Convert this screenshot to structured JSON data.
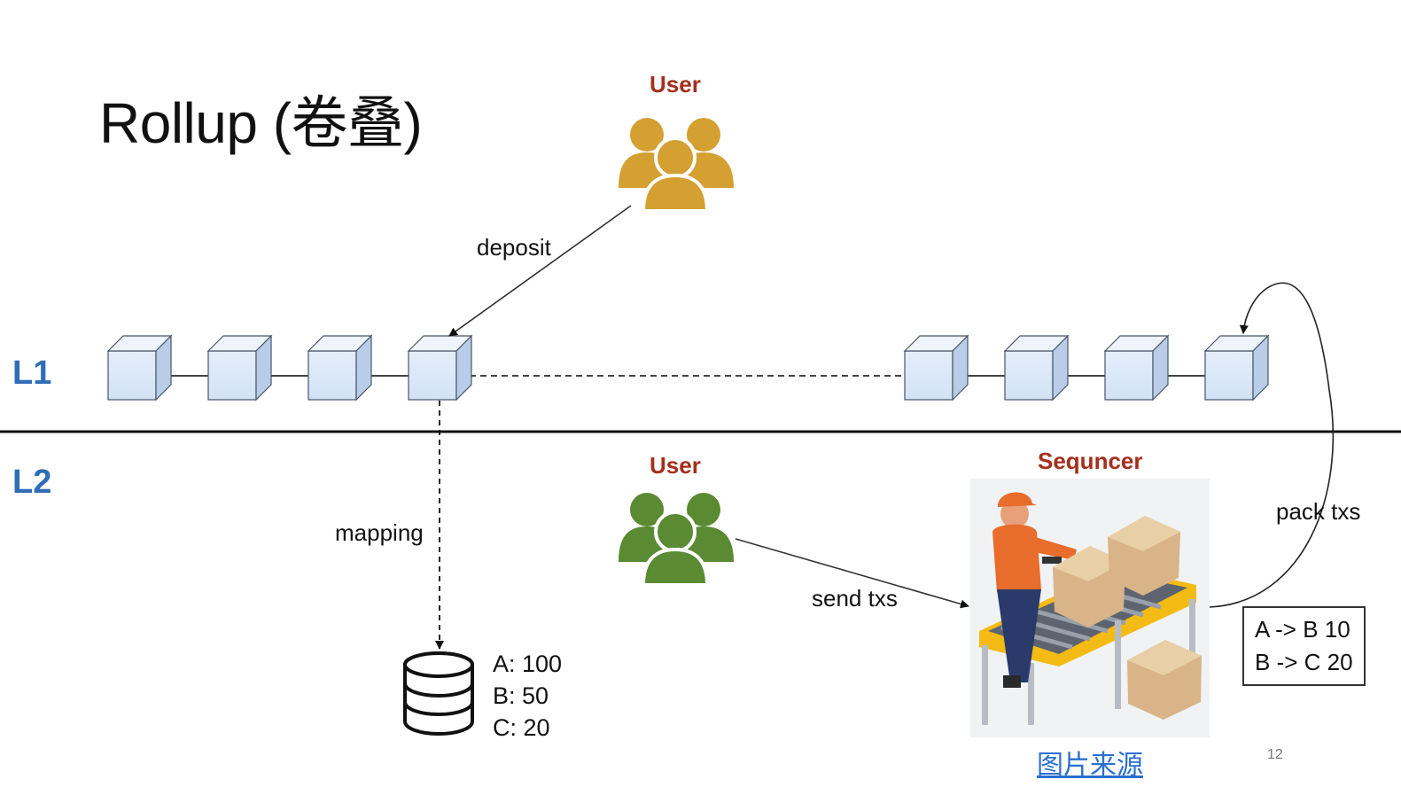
{
  "slide": {
    "title": "Rollup (卷叠)",
    "page_number": "12"
  },
  "layers": {
    "l1": "L1",
    "l2": "L2"
  },
  "actors": {
    "user_top": "User",
    "user_bottom": "User",
    "sequencer": "Sequncer"
  },
  "edges": {
    "deposit": "deposit",
    "mapping": "mapping",
    "send_txs": "send txs",
    "pack_txs": "pack txs"
  },
  "balances": [
    "A: 100",
    "B: 50",
    "C: 20"
  ],
  "tx_batch": [
    "A -> B 10",
    "B -> C 20"
  ],
  "image_source_link": "图片来源",
  "colors": {
    "user_top": "#d4a032",
    "user_bottom": "#5a8a32",
    "block_fill": "#dce8f8",
    "layer_label": "#2f6db6",
    "actor_label": "#a42f1c"
  },
  "icons": {
    "user_group": "people-group-icon",
    "database": "database-icon",
    "sequencer_image": "warehouse-worker-illustration"
  }
}
